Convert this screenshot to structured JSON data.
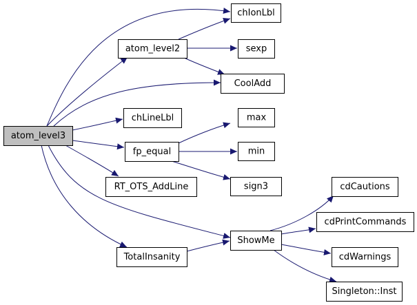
{
  "nodes": [
    {
      "id": "atom_level3",
      "label": "atom_level3",
      "highlighted": true
    },
    {
      "id": "chIonLbl",
      "label": "chIonLbl"
    },
    {
      "id": "atom_level2",
      "label": "atom_level2"
    },
    {
      "id": "sexp",
      "label": "sexp"
    },
    {
      "id": "CoolAdd",
      "label": "CoolAdd"
    },
    {
      "id": "chLineLbl",
      "label": "chLineLbl"
    },
    {
      "id": "max",
      "label": "max"
    },
    {
      "id": "fp_equal",
      "label": "fp_equal"
    },
    {
      "id": "min",
      "label": "min"
    },
    {
      "id": "RT_OTS_AddLine",
      "label": "RT_OTS_AddLine"
    },
    {
      "id": "sign3",
      "label": "sign3"
    },
    {
      "id": "cdCautions",
      "label": "cdCautions"
    },
    {
      "id": "cdPrintCommands",
      "label": "cdPrintCommands"
    },
    {
      "id": "ShowMe",
      "label": "ShowMe"
    },
    {
      "id": "TotalInsanity",
      "label": "TotalInsanity"
    },
    {
      "id": "cdWarnings",
      "label": "cdWarnings"
    },
    {
      "id": "Singleton_Inst",
      "label": "Singleton::Inst"
    }
  ],
  "edges": [
    {
      "from": "atom_level3",
      "to": "chIonLbl"
    },
    {
      "from": "atom_level3",
      "to": "atom_level2"
    },
    {
      "from": "atom_level3",
      "to": "CoolAdd"
    },
    {
      "from": "atom_level3",
      "to": "chLineLbl"
    },
    {
      "from": "atom_level3",
      "to": "fp_equal"
    },
    {
      "from": "atom_level3",
      "to": "RT_OTS_AddLine"
    },
    {
      "from": "atom_level3",
      "to": "ShowMe"
    },
    {
      "from": "atom_level3",
      "to": "TotalInsanity"
    },
    {
      "from": "atom_level2",
      "to": "chIonLbl"
    },
    {
      "from": "atom_level2",
      "to": "sexp"
    },
    {
      "from": "atom_level2",
      "to": "CoolAdd"
    },
    {
      "from": "fp_equal",
      "to": "max"
    },
    {
      "from": "fp_equal",
      "to": "min"
    },
    {
      "from": "fp_equal",
      "to": "sign3"
    },
    {
      "from": "ShowMe",
      "to": "cdCautions"
    },
    {
      "from": "ShowMe",
      "to": "cdPrintCommands"
    },
    {
      "from": "ShowMe",
      "to": "cdWarnings"
    },
    {
      "from": "ShowMe",
      "to": "Singleton_Inst"
    },
    {
      "from": "TotalInsanity",
      "to": "ShowMe"
    }
  ],
  "colors": {
    "edge": "#191970",
    "node_border": "#000000",
    "node_fill": "#ffffff",
    "highlight_fill": "#bfbfbf"
  }
}
